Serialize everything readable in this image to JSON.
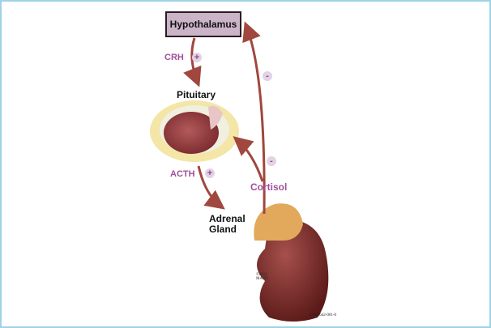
{
  "labels": {
    "hypothalamus": "Hypothalamus",
    "pituitary": "Pituitary",
    "adrenal_gland": "Adrenal Gland",
    "crh": "CRH",
    "acth": "ACTH",
    "cortisol": "Cortisol"
  },
  "signs": {
    "crh": "+",
    "acth": "+",
    "feedback_hypothalamus": "-",
    "feedback_pituitary": "-"
  },
  "credits": {
    "copyright": "©2011 MAYO",
    "figure_id": "a3156642-001-0"
  },
  "colors": {
    "arrow": "#a0473f",
    "hormone_text": "#a0509a",
    "box_fill": "#cbb4c8",
    "border": "#9fd3e6"
  }
}
